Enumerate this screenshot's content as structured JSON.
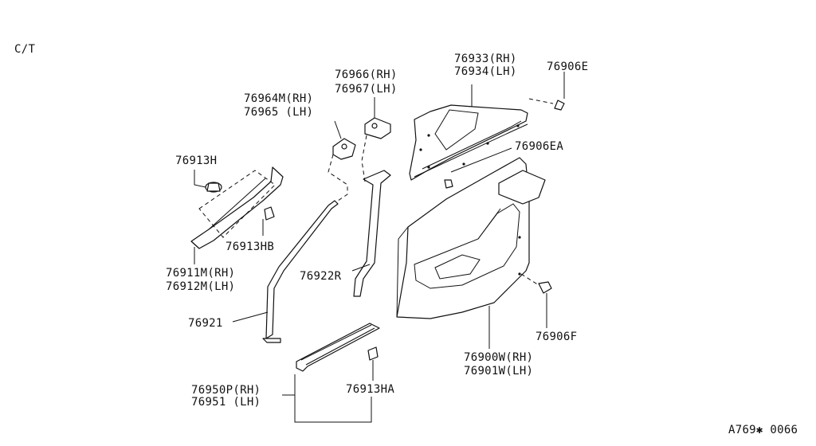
{
  "header": {
    "variant": "C/T"
  },
  "footer": {
    "ref_code": "A769✱ 0066"
  },
  "callouts": {
    "p76933": "76933(RH)",
    "p76934": "76934(LH)",
    "p76906E": "76906E",
    "p76966": "76966(RH)",
    "p76967": "76967(LH)",
    "p76964M": "76964M(RH)",
    "p76965": "76965 (LH)",
    "p76906EA": "76906EA",
    "p76913H": "76913H",
    "p76913HB": "76913HB",
    "p76911M": "76911M(RH)",
    "p76912M": "76912M(LH)",
    "p76922R": "76922R",
    "p76921": "76921",
    "p76906F": "76906F",
    "p76900W": "76900W(RH)",
    "p76901W": "76901W(LH)",
    "p76950P": "76950P(RH)",
    "p76951": "76951 (LH)",
    "p76913HA": "76913HA"
  }
}
